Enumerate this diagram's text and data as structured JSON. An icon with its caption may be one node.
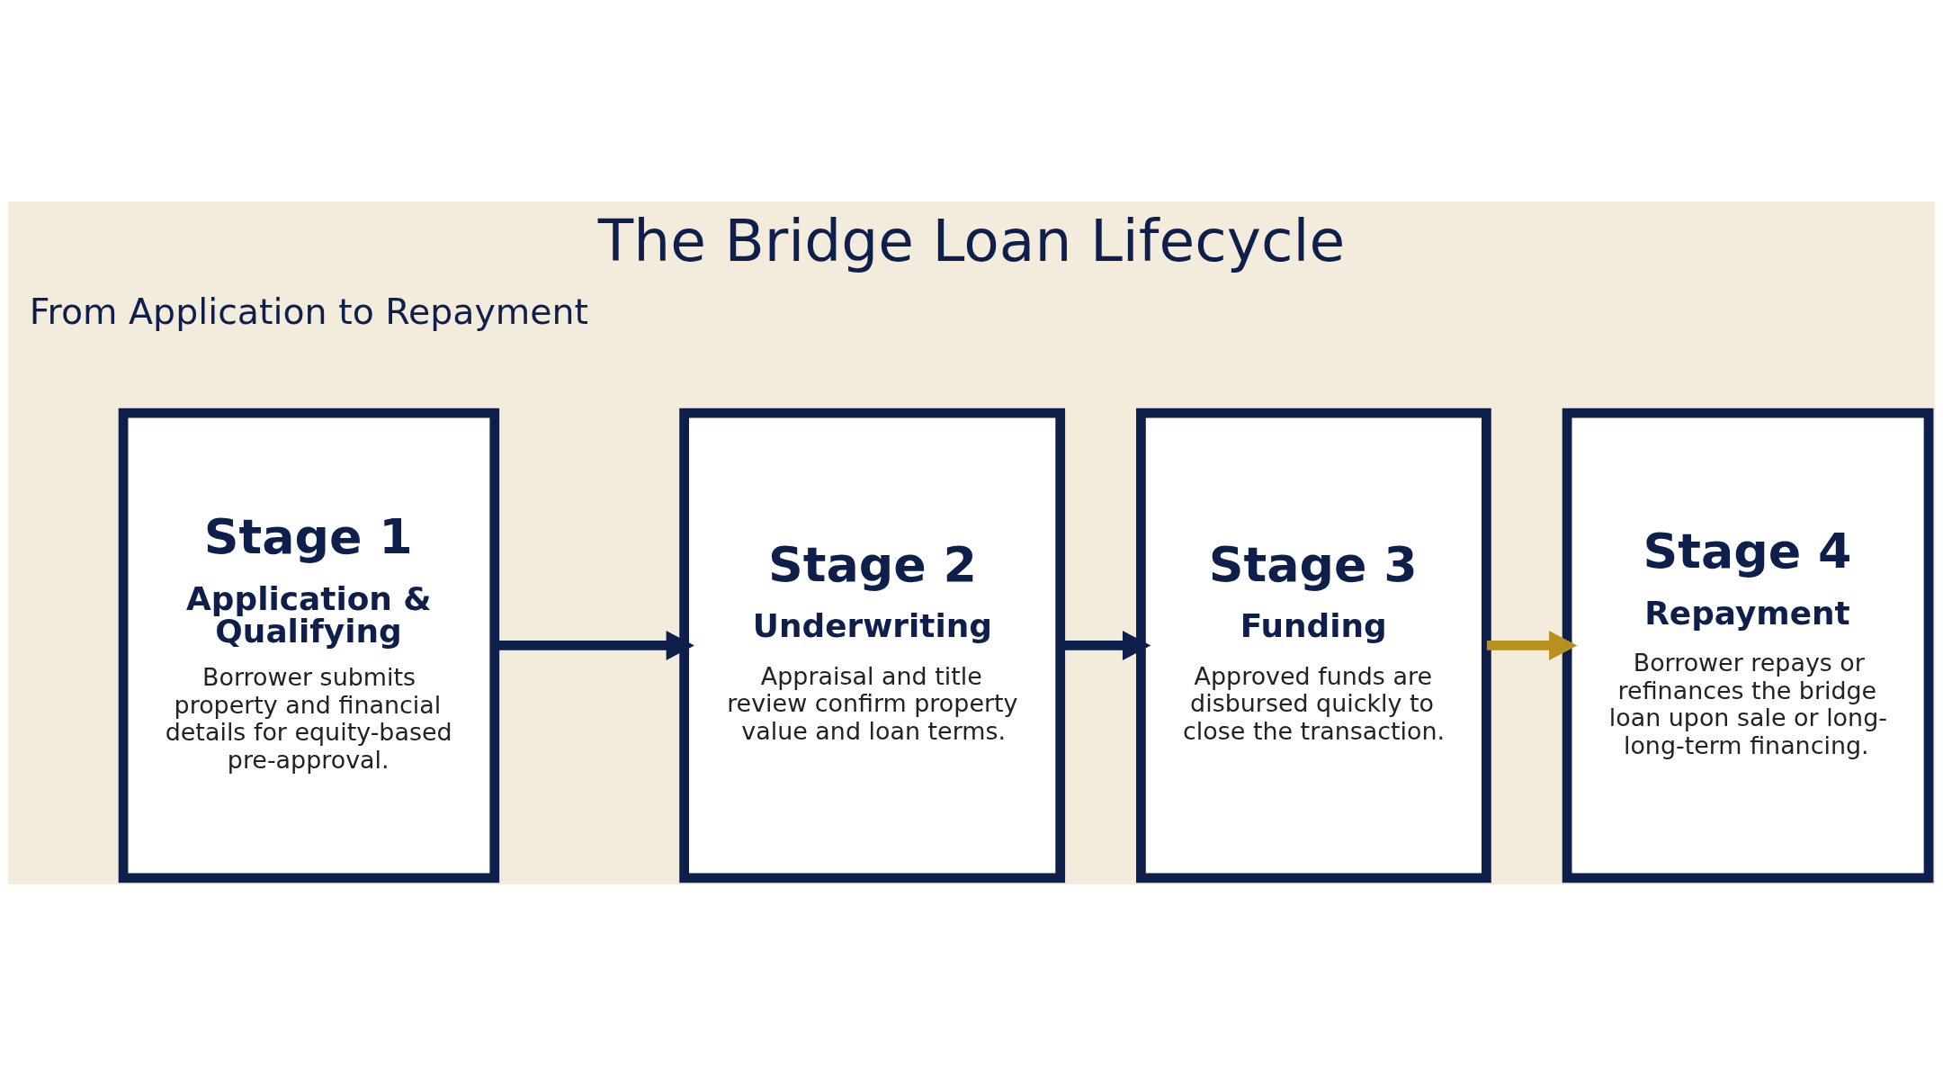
{
  "diagram": {
    "title": "The Bridge Loan Lifecycle",
    "nodes": [
      {
        "text": [
          "Stage 1",
          "Application & Qualifying",
          "Borrower submits property and financial details for equity-based pre-approval."
        ]
      },
      {
        "text": [
          "Stage 2",
          "Underwriting",
          "Appraisal and title review confirm property value and loan terms."
        ]
      },
      {
        "text": [
          "Stage 3",
          "Funding",
          "Approved funds are disbursed quickly to close the transaction."
        ]
      },
      {
        "text": [
          "Stage 4",
          "Repayment",
          "Borrower repays or refinances the bridge loan upon sale or long- long-term financing."
        ]
      }
    ],
    "edges": [
      {
        "from": 0,
        "to": 1,
        "arrow": "to"
      },
      {
        "from": 1,
        "to": 2,
        "arrow": "to"
      },
      {
        "from": 2,
        "to": 3,
        "arrow": "to",
        "color": "#b8901f"
      }
    ],
    "labels": [
      "From Application to Repayment"
    ]
  }
}
